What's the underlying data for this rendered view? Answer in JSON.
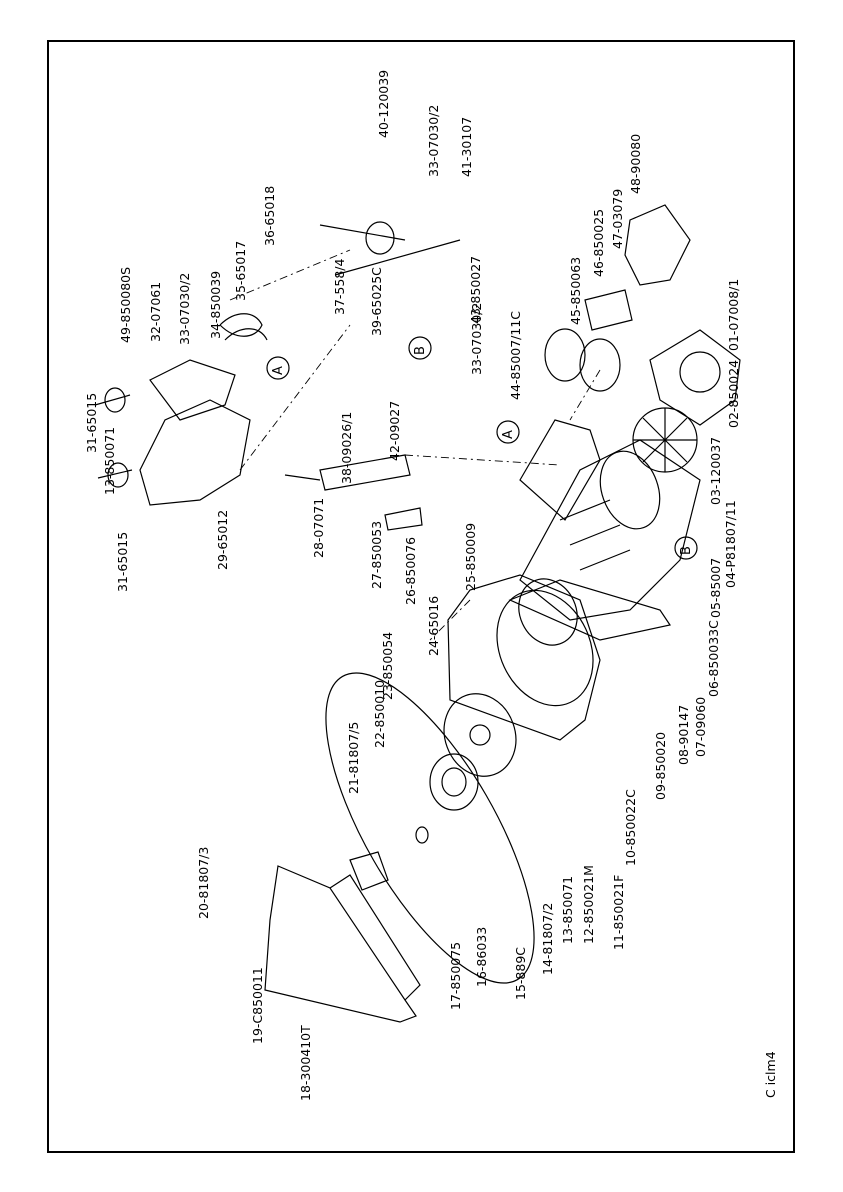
{
  "drawing": {
    "code": "C iclm4",
    "labels": [
      "01-07008/1",
      "02-850024",
      "03-120037",
      "04-P81807/11",
      "05-85007",
      "06-850033C",
      "07-09060",
      "08-90147",
      "09-850020",
      "10-850022C",
      "11-850021F",
      "12-850021M",
      "13-850071",
      "14-81807/2",
      "15-889C",
      "16-86033",
      "17-850075",
      "18-300410T",
      "19-C850011",
      "20-81807/3",
      "21-81807/5",
      "22-850010",
      "23-850054",
      "24-65016",
      "25-850009",
      "26-850076",
      "27-850053",
      "28-07071",
      "29-65012",
      "31-65015",
      "13-850071",
      "31-65015",
      "38-09026/1",
      "42-09027",
      "37-558/4",
      "39-65025C",
      "33-07030/2",
      "43-850027",
      "41-30107",
      "33-07030/2",
      "40-120039",
      "36-65018",
      "35-65017",
      "34-850039",
      "33-07030/2",
      "32-07061",
      "49-850080S",
      "44-85007/11C",
      "45-850063",
      "46-850025",
      "47-03079",
      "48-90080"
    ],
    "markers": [
      "A",
      "B",
      "A",
      "B"
    ]
  }
}
